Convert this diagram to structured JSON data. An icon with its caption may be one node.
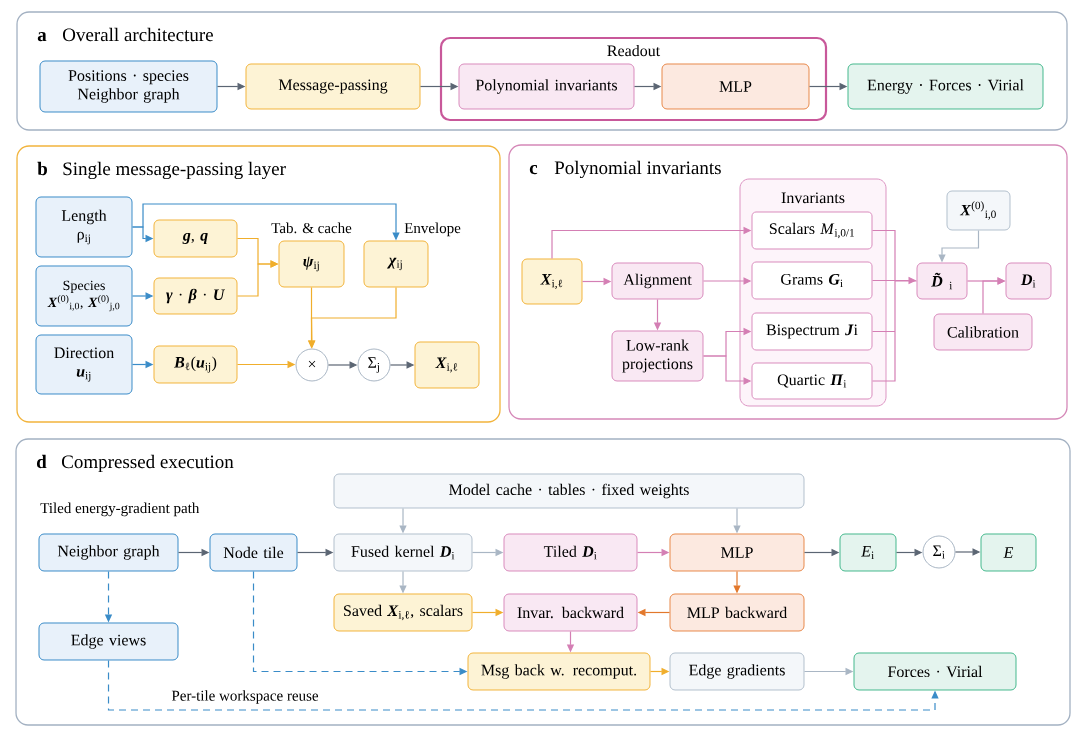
{
  "diagram": {
    "nodes": [
      {
        "text": [
          "a",
          "Overall architecture"
        ]
      },
      {
        "text": [
          "Positions · species Neighbor graph"
        ],
        "in": 0
      },
      {
        "text": [
          "Message-passing"
        ],
        "in": 0
      },
      {
        "text": [
          "Readout"
        ],
        "in": 0
      },
      {
        "text": [
          "Polynomial invariants"
        ],
        "in": 3
      },
      {
        "text": [
          "MLP"
        ],
        "in": 3
      },
      {
        "text": [
          "Energy · Forces · Virial"
        ],
        "in": 0
      },
      {
        "text": [
          "b",
          "Single message-passing layer"
        ]
      },
      {
        "text": [
          "Length",
          "ρ$_{ij}$"
        ],
        "in": 7
      },
      {
        "text": [
          "**g**, **q**"
        ],
        "in": 7
      },
      {
        "text": [
          "**ψ**$_{ij}$"
        ],
        "beside": [
          "Tab. & cache"
        ],
        "in": 7
      },
      {
        "text": [
          "**χ**$_{ij}$"
        ],
        "beside": [
          "Envelope"
        ],
        "in": 7
      },
      {
        "text": [
          "Species",
          "**X**$^{(0)}$$_{i,0}$, **X**$^{(0)}$$_{j,0}$"
        ],
        "in": 7
      },
      {
        "text": [
          "**γ** · **β** · **U**"
        ],
        "in": 7
      },
      {
        "text": [
          "Direction",
          "**u**$_{ij}$"
        ],
        "in": 7
      },
      {
        "text": [
          "**B**$_{ℓ}$(**u**$_{ij}$)"
        ],
        "in": 7
      },
      {
        "text": [
          "×"
        ],
        "in": 7
      },
      {
        "text": [
          "Σ$_{j}$"
        ],
        "in": 7
      },
      {
        "text": [
          "**X**$_{i,ℓ}$"
        ],
        "in": 7
      },
      {
        "text": [
          "c",
          "Polynomial invariants"
        ]
      },
      {
        "text": [
          "**X**$_{i,ℓ}$"
        ],
        "in": 19
      },
      {
        "text": [
          "Alignment"
        ],
        "in": 19
      },
      {
        "text": [
          "Low-rank projections"
        ],
        "in": 19
      },
      {
        "text": [
          "Invariants"
        ],
        "in": 19
      },
      {
        "text": [
          "Scalars *M*$_{i,0/1}$"
        ],
        "in": 23
      },
      {
        "text": [
          "Grams **G**$_{i}$"
        ],
        "in": 23
      },
      {
        "text": [
          "Bispectrum **J**i"
        ],
        "in": 23
      },
      {
        "text": [
          "Quartic **Π**$_{i}$"
        ],
        "in": 23
      },
      {
        "text": [
          "**X**$^{(0)}$$_{i,0}$"
        ],
        "in": 19
      },
      {
        "text": [
          "**D̃**$_{i}$"
        ],
        "in": 19
      },
      {
        "text": [
          "**D**$_{i}$"
        ],
        "in": 19
      },
      {
        "text": [
          "Calibration"
        ],
        "in": 19
      },
      {
        "text": [
          "d",
          "Compressed execution"
        ]
      },
      {
        "text": [
          "Model cache · tables · fixed weights"
        ],
        "in": 32
      },
      {
        "text": [
          "Neighbor graph"
        ],
        "in": 32
      },
      {
        "text": [
          "Node tile"
        ],
        "in": 32
      },
      {
        "text": [
          "Fused kernel **D**$_{i}$"
        ],
        "in": 32
      },
      {
        "text": [
          "Tiled **D**$_{i}$"
        ],
        "in": 32
      },
      {
        "text": [
          "MLP"
        ],
        "in": 32
      },
      {
        "text": [
          "*E*$_{i}$"
        ],
        "in": 32
      },
      {
        "text": [
          "Σ$_{i}$"
        ],
        "in": 32
      },
      {
        "text": [
          "E"
        ],
        "in": 32
      },
      {
        "text": [
          "Saved **X**$_{i,ℓ}$, scalars"
        ],
        "in": 32
      },
      {
        "text": [
          "Invar. backward"
        ],
        "in": 32
      },
      {
        "text": [
          "MLP backward"
        ],
        "in": 32
      },
      {
        "text": [
          "Edge views"
        ],
        "in": 32
      },
      {
        "text": [
          "Msg back w. recomput."
        ],
        "in": 32
      },
      {
        "text": [
          "Edge gradients"
        ],
        "in": 32
      },
      {
        "text": [
          "Forces · Virial"
        ],
        "in": 32
      }
    ],
    "edges": [
      {
        "from": 1,
        "to": 2,
        "arrow": "to",
        "color": "#5b6573"
      },
      {
        "from": 2,
        "to": 4,
        "arrow": "to",
        "color": "#5b6573"
      },
      {
        "from": 4,
        "to": 5,
        "arrow": "to",
        "color": "#5b6573"
      },
      {
        "from": 5,
        "to": 6,
        "arrow": "to",
        "color": "#5b6573"
      },
      {
        "from": 8,
        "to": 9,
        "arrow": "to",
        "color": "#3a8cc8"
      },
      {
        "from": 8,
        "to": 11,
        "arrow": "to",
        "color": "#3a8cc8"
      },
      {
        "from": 12,
        "to": 13,
        "arrow": "to",
        "color": "#3a8cc8"
      },
      {
        "from": 14,
        "to": 15,
        "arrow": "to",
        "color": "#3a8cc8"
      },
      {
        "from": 9,
        "to": 10,
        "arrow": "to",
        "color": "#f0ae2c"
      },
      {
        "from": 13,
        "to": 10,
        "arrow": "to",
        "color": "#f0ae2c"
      },
      {
        "from": 10,
        "to": 16,
        "arrow": "to",
        "color": "#f0ae2c"
      },
      {
        "from": 11,
        "to": 16,
        "arrow": "to",
        "color": "#f0ae2c"
      },
      {
        "from": 15,
        "to": 16,
        "arrow": "to",
        "color": "#f0ae2c"
      },
      {
        "from": 16,
        "to": 17,
        "arrow": "to",
        "color": "#5b6573"
      },
      {
        "from": 17,
        "to": 18,
        "arrow": "to",
        "color": "#5b6573"
      },
      {
        "from": 20,
        "to": 21,
        "arrow": "to"
      },
      {
        "from": 20,
        "to": 24,
        "arrow": "to"
      },
      {
        "from": 21,
        "to": 25,
        "arrow": "to"
      },
      {
        "from": 21,
        "to": 22,
        "arrow": "to"
      },
      {
        "from": 22,
        "to": 26,
        "arrow": "to"
      },
      {
        "from": 22,
        "to": 27,
        "arrow": "to"
      },
      {
        "from": 24,
        "to": 29,
        "arrow": "to"
      },
      {
        "from": 25,
        "to": 29,
        "arrow": "to"
      },
      {
        "from": 26,
        "to": 29,
        "arrow": "to"
      },
      {
        "from": 27,
        "to": 29,
        "arrow": "to"
      },
      {
        "from": 28,
        "to": 29,
        "arrow": "to",
        "color": "#a9b6c4"
      },
      {
        "from": 29,
        "to": 30,
        "arrow": "to"
      },
      {
        "from": 31,
        "to": 30,
        "arrow": "to"
      },
      {
        "from": 34,
        "to": 35,
        "arrow": "to",
        "color": "#5b6573"
      },
      {
        "from": 35,
        "to": 36,
        "arrow": "to",
        "color": "#5b6573"
      },
      {
        "from": 33,
        "to": 36,
        "arrow": "to",
        "color": "#a9b6c4"
      },
      {
        "from": 33,
        "to": 38,
        "arrow": "to",
        "color": "#a9b6c4"
      },
      {
        "from": 36,
        "to": 37,
        "arrow": "to",
        "color": "#a9b6c4"
      },
      {
        "from": 36,
        "to": 42,
        "arrow": "to",
        "color": "#a9b6c4"
      },
      {
        "from": 37,
        "to": 38,
        "arrow": "to"
      },
      {
        "from": 38,
        "to": 39,
        "arrow": "to",
        "color": "#5b6573"
      },
      {
        "from": 39,
        "to": 40,
        "arrow": "to",
        "color": "#5b6573"
      },
      {
        "from": 40,
        "to": 41,
        "arrow": "to",
        "color": "#5b6573"
      },
      {
        "from": 38,
        "to": 44,
        "arrow": "to",
        "color": "#e2782c"
      },
      {
        "from": 44,
        "to": 43,
        "arrow": "to",
        "color": "#e2782c"
      },
      {
        "from": 42,
        "to": 43,
        "arrow": "to",
        "color": "#f0ae2c"
      },
      {
        "from": 43,
        "to": 46,
        "arrow": "to"
      },
      {
        "from": 46,
        "to": 47,
        "arrow": "to",
        "color": "#f0ae2c"
      },
      {
        "from": 47,
        "to": 48,
        "arrow": "to",
        "color": "#a9b6c4"
      },
      {
        "from": 34,
        "to": 45,
        "arrow": "to",
        "style": "dashed",
        "color": "#3a8cc8"
      },
      {
        "from": 35,
        "to": 46,
        "arrow": "to",
        "style": "dashed",
        "color": "#3a8cc8"
      },
      {
        "from": 45,
        "to": 48,
        "arrow": "to",
        "style": "dashed",
        "color": "#3a8cc8",
        "label": "Per-tile workspace reuse"
      }
    ],
    "labels": [
      "Tiled energy-gradient path"
    ]
  }
}
